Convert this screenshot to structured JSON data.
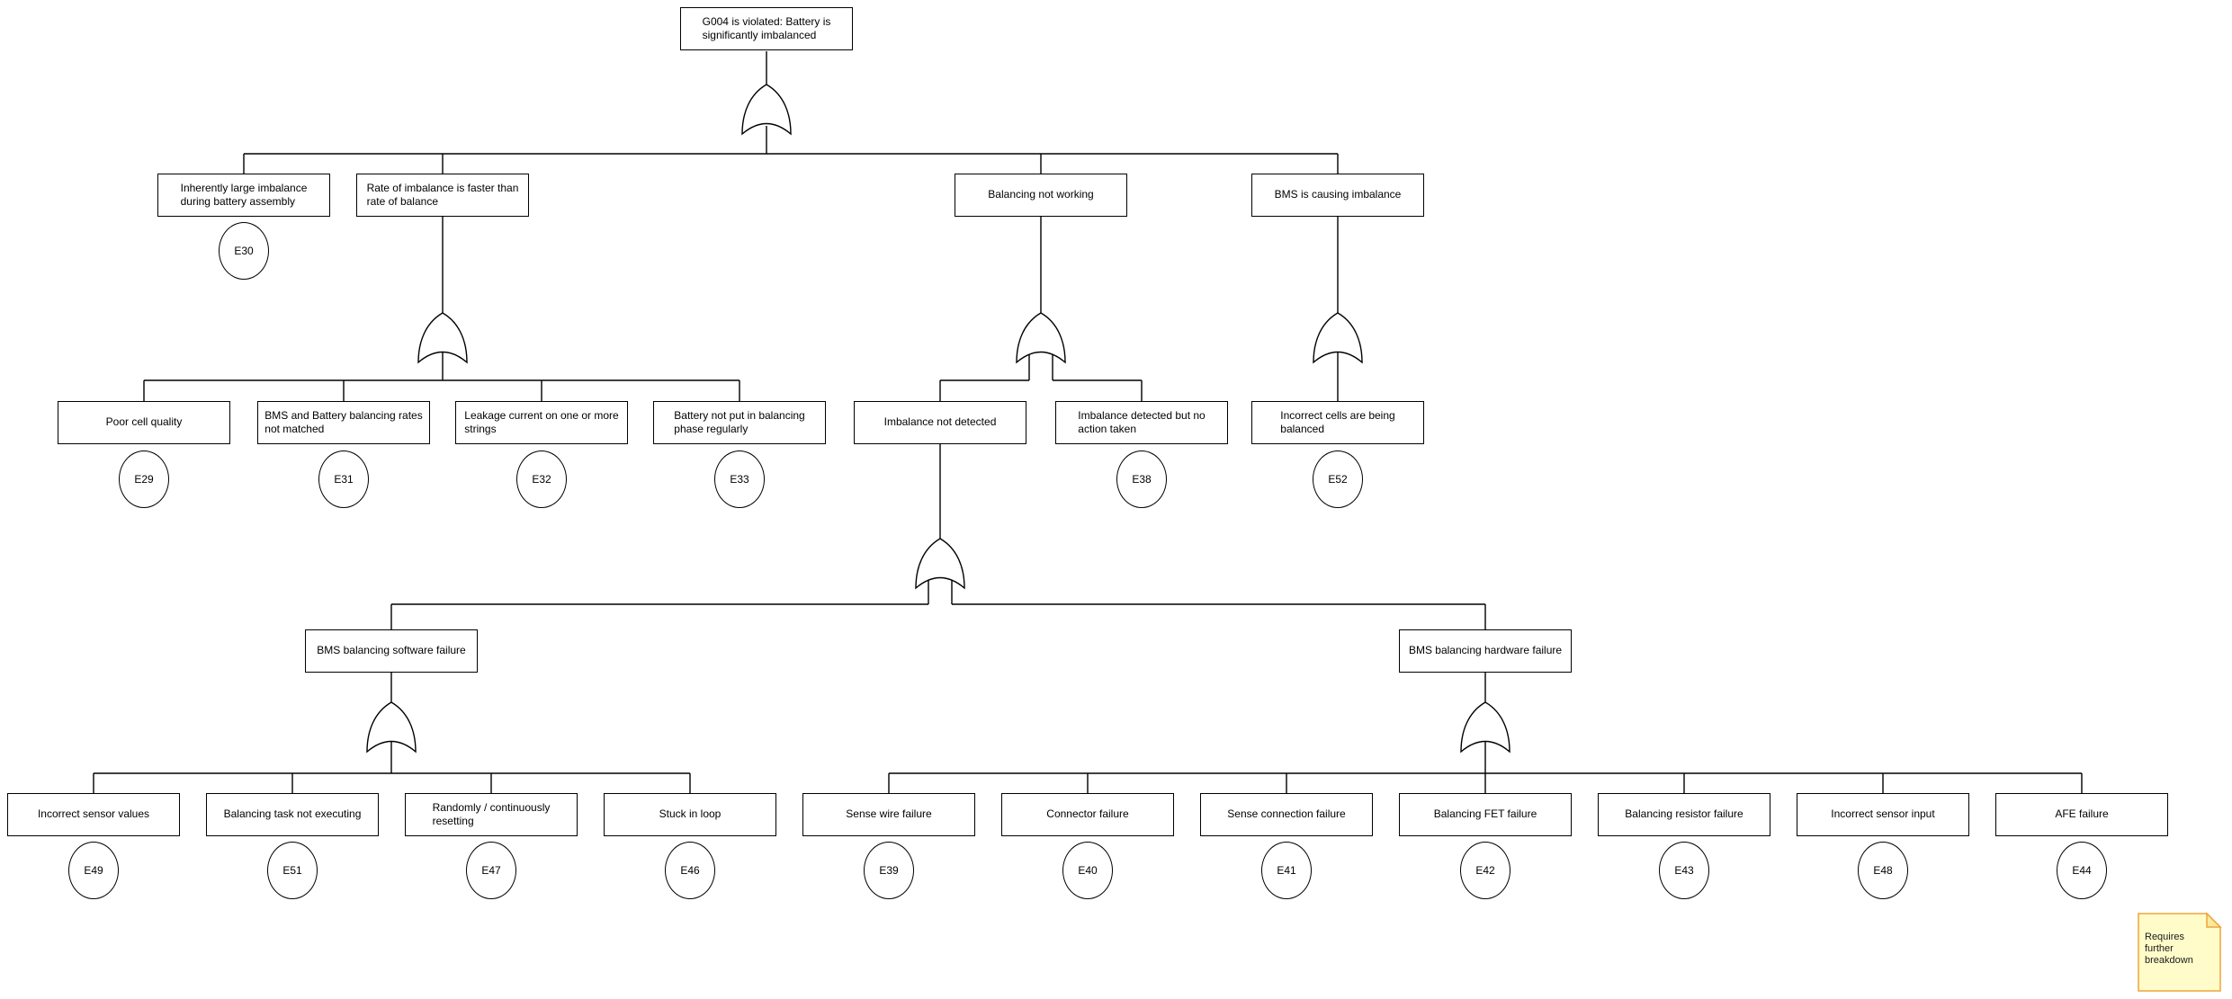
{
  "diagram": {
    "type": "fault-tree",
    "gate_symbol": "OR",
    "colors": {
      "line": "#000000",
      "node_fill": "#ffffff",
      "note_fill": "#fffcc9",
      "note_border": "#efa43c",
      "note_fold_fill": "#f9ea9e"
    },
    "nodes": {
      "top": {
        "label": "G004 is violated: Battery is\nsignificantly imbalanced"
      },
      "assembly": {
        "label": "Inherently large imbalance\nduring battery assembly",
        "event": "E30"
      },
      "rate": {
        "label": "Rate of imbalance is faster than\nrate of balance"
      },
      "balancing_not_working": {
        "label": "Balancing not working"
      },
      "bms_imbalance": {
        "label": "BMS is causing imbalance"
      },
      "poor_cell": {
        "label": "Poor cell quality",
        "event": "E29"
      },
      "rates_not_matched": {
        "label": "BMS and Battery balancing rates\nnot matched",
        "event": "E31"
      },
      "leakage": {
        "label": "Leakage current on one or more\nstrings",
        "event": "E32"
      },
      "phase": {
        "label": "Battery not put in balancing\nphase regularly",
        "event": "E33"
      },
      "imbalance_not_detected": {
        "label": "Imbalance not detected"
      },
      "no_action": {
        "label": "Imbalance detected but no\naction taken",
        "event": "E38"
      },
      "incorrect_cells": {
        "label": "Incorrect cells are being\nbalanced",
        "event": "E52"
      },
      "software": {
        "label": "BMS balancing software failure"
      },
      "hardware": {
        "label": "BMS balancing hardware failure"
      },
      "sensor_values": {
        "label": "Incorrect sensor values",
        "event": "E49"
      },
      "task_not_exec": {
        "label": "Balancing task not executing",
        "event": "E51"
      },
      "resetting": {
        "label": "Randomly / continuously\nresetting",
        "event": "E47"
      },
      "stuck": {
        "label": "Stuck in loop",
        "event": "E46"
      },
      "sense_wire": {
        "label": "Sense wire failure",
        "event": "E39"
      },
      "connector_failure": {
        "label": "Connector failure",
        "event": "E40"
      },
      "sense_connection": {
        "label": "Sense connection failure",
        "event": "E41"
      },
      "fet": {
        "label": "Balancing FET failure",
        "event": "E42"
      },
      "resistor": {
        "label": "Balancing resistor failure",
        "event": "E43"
      },
      "sensor_input": {
        "label": "Incorrect sensor input",
        "event": "E48"
      },
      "afe": {
        "label": "AFE failure",
        "event": "E44"
      }
    },
    "logic": [
      {
        "parent": "top",
        "gate": "OR",
        "children": [
          "assembly",
          "rate",
          "balancing_not_working",
          "bms_imbalance"
        ]
      },
      {
        "parent": "rate",
        "gate": "OR",
        "children": [
          "poor_cell",
          "rates_not_matched",
          "leakage",
          "phase"
        ]
      },
      {
        "parent": "balancing_not_working",
        "gate": "OR",
        "children": [
          "imbalance_not_detected",
          "no_action"
        ]
      },
      {
        "parent": "bms_imbalance",
        "gate": "OR",
        "children": [
          "incorrect_cells"
        ]
      },
      {
        "parent": "imbalance_not_detected",
        "gate": "OR",
        "children": [
          "software",
          "hardware"
        ]
      },
      {
        "parent": "software",
        "gate": "OR",
        "children": [
          "sensor_values",
          "task_not_exec",
          "resetting",
          "stuck"
        ]
      },
      {
        "parent": "hardware",
        "gate": "OR",
        "children": [
          "sense_wire",
          "connector_failure",
          "sense_connection",
          "fet",
          "resistor",
          "sensor_input",
          "afe"
        ]
      }
    ],
    "note": {
      "text": "Requires\nfurther\nbreakdown"
    }
  }
}
